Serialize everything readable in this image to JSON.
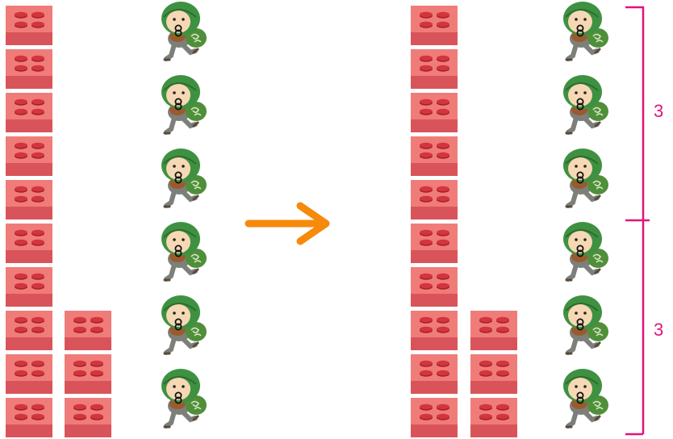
{
  "colors": {
    "brick_top": "#f07c7a",
    "brick_front": "#d9545a",
    "stud": "#d2353d",
    "stud_edge": "#a31f27",
    "arrow": "#f58a0b",
    "bracket": "#e3127d",
    "hood": "#3f9142",
    "hood_dark": "#2e6b31",
    "face": "#f6d8b4",
    "bag": "#4f8f3a",
    "pants": "#7d7f7b",
    "body_brown": "#9a5b2c"
  },
  "icons": {
    "brick": "lego-brick-icon",
    "thief": "thief-with-bag-icon",
    "arrow": "right-arrow-icon"
  },
  "left_group": {
    "column_1_bricks": 10,
    "column_2_bricks": 3,
    "thieves": 6
  },
  "right_group": {
    "column_1_bricks": 10,
    "column_2_bricks": 3,
    "thieves": 6,
    "brackets": [
      {
        "label": "3"
      },
      {
        "label": "3"
      }
    ]
  }
}
